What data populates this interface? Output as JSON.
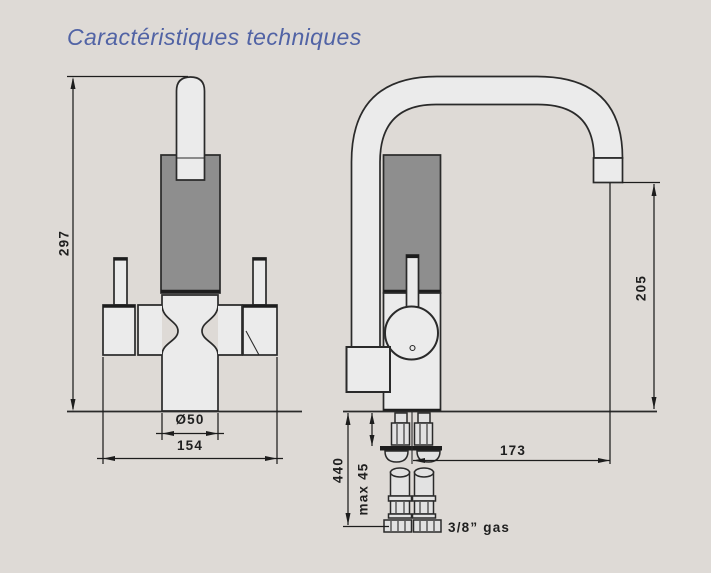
{
  "title": "Caractéristiques techniques",
  "front_view": {
    "dim_height_mm": "297",
    "dim_base_diameter": "Ø50",
    "dim_overall_width_mm": "154"
  },
  "side_view": {
    "dim_outlet_height_mm": "205",
    "dim_below_counter_mm": "440",
    "dim_counter_thickness": "max 45",
    "dim_spout_reach_mm": "173",
    "dim_connection_thread": "3/8” gas"
  },
  "colors": {
    "background": "#dedad6",
    "title_text": "#5163a5",
    "drawing_line": "#2a2a2a",
    "dimension_text": "#1f1f1f",
    "faucet_fill_light": "#ebebeb",
    "faucet_fill_dark": "#8e8e8e"
  }
}
